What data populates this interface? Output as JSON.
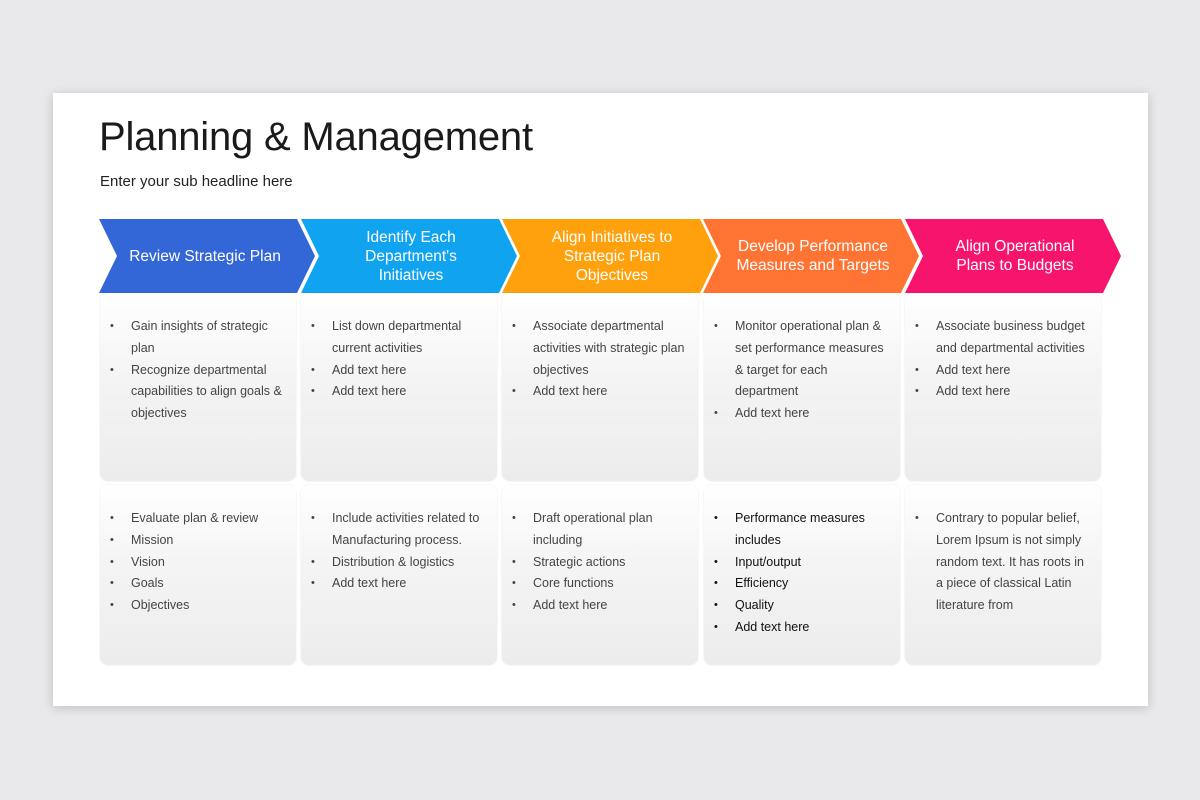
{
  "title": "Planning & Management",
  "subtitle": "Enter your sub headline here",
  "steps": [
    {
      "label": "Review Strategic Plan",
      "color": "#3366d6",
      "top_items": [
        "Gain insights of strategic plan",
        "Recognize departmental capabilities to align goals & objectives"
      ],
      "bottom_items": [
        "Evaluate plan & review",
        "Mission",
        "Vision",
        "Goals",
        "Objectives"
      ]
    },
    {
      "label": "Identify Each Department's Initiatives",
      "color": "#10a4f0",
      "top_items": [
        "List down departmental current activities",
        "Add text here",
        "Add text here"
      ],
      "bottom_items": [
        "Include activities related to Manufacturing process.",
        "Distribution & logistics",
        "Add text here"
      ]
    },
    {
      "label": "Align Initiatives to Strategic Plan Objectives",
      "color": "#ffa10c",
      "top_items": [
        "Associate departmental activities with strategic plan objectives",
        "Add text here"
      ],
      "bottom_items": [
        "Draft operational plan including",
        "Strategic actions",
        "Core functions",
        "Add text here"
      ]
    },
    {
      "label": "Develop Performance Measures and Targets",
      "color": "#ff7333",
      "top_items": [
        "Monitor operational plan & set performance measures & target for each department",
        "Add text here"
      ],
      "bottom_items": [
        "Performance measures includes",
        "Input/output",
        "Efficiency",
        "Quality",
        "Add text here"
      ]
    },
    {
      "label": "Align Operational Plans to Budgets",
      "color": "#f7146d",
      "top_items": [
        "Associate business budget and departmental activities",
        "Add text here",
        "Add text here"
      ],
      "bottom_items": [
        "Contrary to popular belief, Lorem Ipsum is not simply random text.  It has roots in a piece of classical Latin literature from"
      ]
    }
  ]
}
